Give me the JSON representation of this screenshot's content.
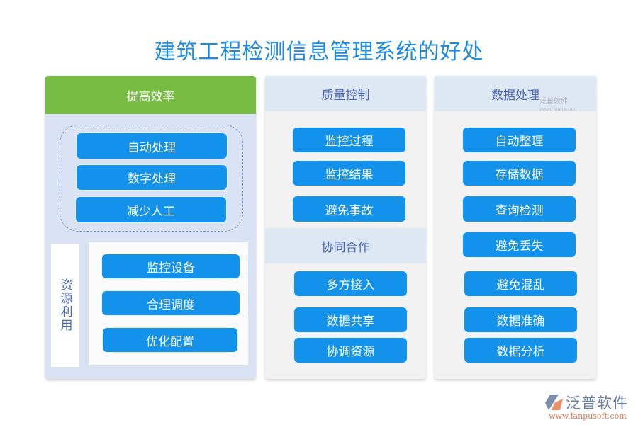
{
  "title": "建筑工程检测信息管理系统的好处",
  "panels": [
    {
      "header": "提高效率",
      "group1": [
        "自动处理",
        "数字处理",
        "减少人工"
      ],
      "side_label": "资源利用",
      "group2": [
        "监控设备",
        "合理调度",
        "优化配置"
      ]
    },
    {
      "header": "质量控制",
      "items1": [
        "监控过程",
        "监控结果",
        "避免事故"
      ],
      "subheader": "协同合作",
      "items2": [
        "多方接入",
        "数据共享",
        "协调资源"
      ]
    },
    {
      "header": "数据处理",
      "items": [
        "自动整理",
        "存储数据",
        "查询检测",
        "避免丢失",
        "避免混乱",
        "数据准确",
        "数据分析"
      ]
    }
  ],
  "logo": {
    "name": "泛普软件",
    "url": "www.fanpusoft.com"
  },
  "watermark": {
    "name": "泛普软件",
    "sub": "FANPU SOFTWARE"
  }
}
